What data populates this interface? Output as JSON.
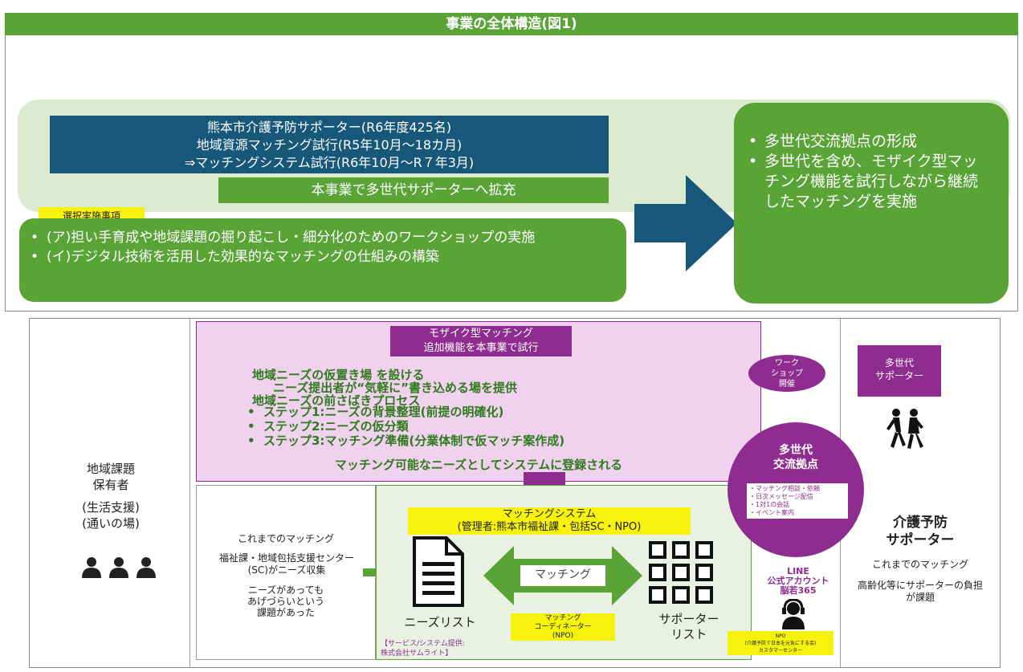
{
  "header": {
    "title": "事業の全体構造(図1)"
  },
  "top": {
    "navy_box": "熊本市介護予防サポーター(R6年度425名)\n地域資源マッチング試行(R5年10月～18カ月)\n⇒マッチングシステム試行(R6年10月～R７年3月)",
    "expand_banner": "本事業で多世代サポーターへ拡充",
    "selected_label": "選択実施事項",
    "selected_items": [
      "(ア)担い手育成や地域課題の掘り起こし・細分化のためのワークショップの実施",
      "(イ)デジタル技術を活用した効果的なマッチングの仕組みの構築"
    ],
    "result_items": [
      "多世代交流拠点の形成",
      "多世代を含め、モザイク型マッチング機能を試行しながら継続したマッチングを実施"
    ]
  },
  "left_col": {
    "title": "地域課題\n保有者",
    "subtitle": "(生活支援)\n(通いの場)",
    "people_icon": "three-people-icon"
  },
  "mosaic": {
    "tag": "モザイク型マッチング\n追加機能を本事業で試行",
    "lines": [
      "地域ニーズの仮置き場 を設ける",
      "ニーズ提出者が“気軽に”書き込める場を提供",
      "地域ニーズの前さばきプロセス"
    ],
    "steps": [
      "ステップ1:ニーズの背景整理(前提の明確化)",
      "ステップ2:ニーズの仮分類",
      "ステップ3:マッチング準備(分業体制で仮マッチ案作成)"
    ],
    "register": "マッチング可能なニーズとしてシステムに登録される"
  },
  "old_matching": {
    "title": "これまでのマッチング",
    "text1": "福祉課・地域包括支援センター(SC)がニーズ収集",
    "text2": "ニーズがあっても\nあげづらいという\n課題があった"
  },
  "system": {
    "title": "マッチングシステム\n(管理者:熊本市福祉課・包括SC・NPO)",
    "needs_list": "ニーズリスト",
    "matching_arrow": "マッチング",
    "coordinator": "マッチング\nコーディネーター\n(NPO)",
    "supporter_list": "サポーター\nリスト",
    "provider": "【サービス/システム提供:\n株式会社サムライト】"
  },
  "hub": {
    "workshop": "ワーク\nショップ\n開催",
    "title": "多世代\n交流拠点",
    "features": "・マッチング相談・依頼\n・日次メッセージ配信\n・1対1の会話\n・イベント案内",
    "line": "LINE\n公式アカウント\n脳若365",
    "npo": "NPO\n(介護予防で日本を元気にする会)\nカスタマーセンター"
  },
  "right_col": {
    "badge": "多世代\nサポーター",
    "title": "介護予防\nサポーター",
    "old": "これまでのマッチング",
    "issue": "高齢化等にサポーターの負担が課題"
  },
  "colors": {
    "green": "#5aa437",
    "navy": "#17587a",
    "purple": "#8f2c8f",
    "pink": "#f1d2ee",
    "yellow": "#f7f20b"
  }
}
